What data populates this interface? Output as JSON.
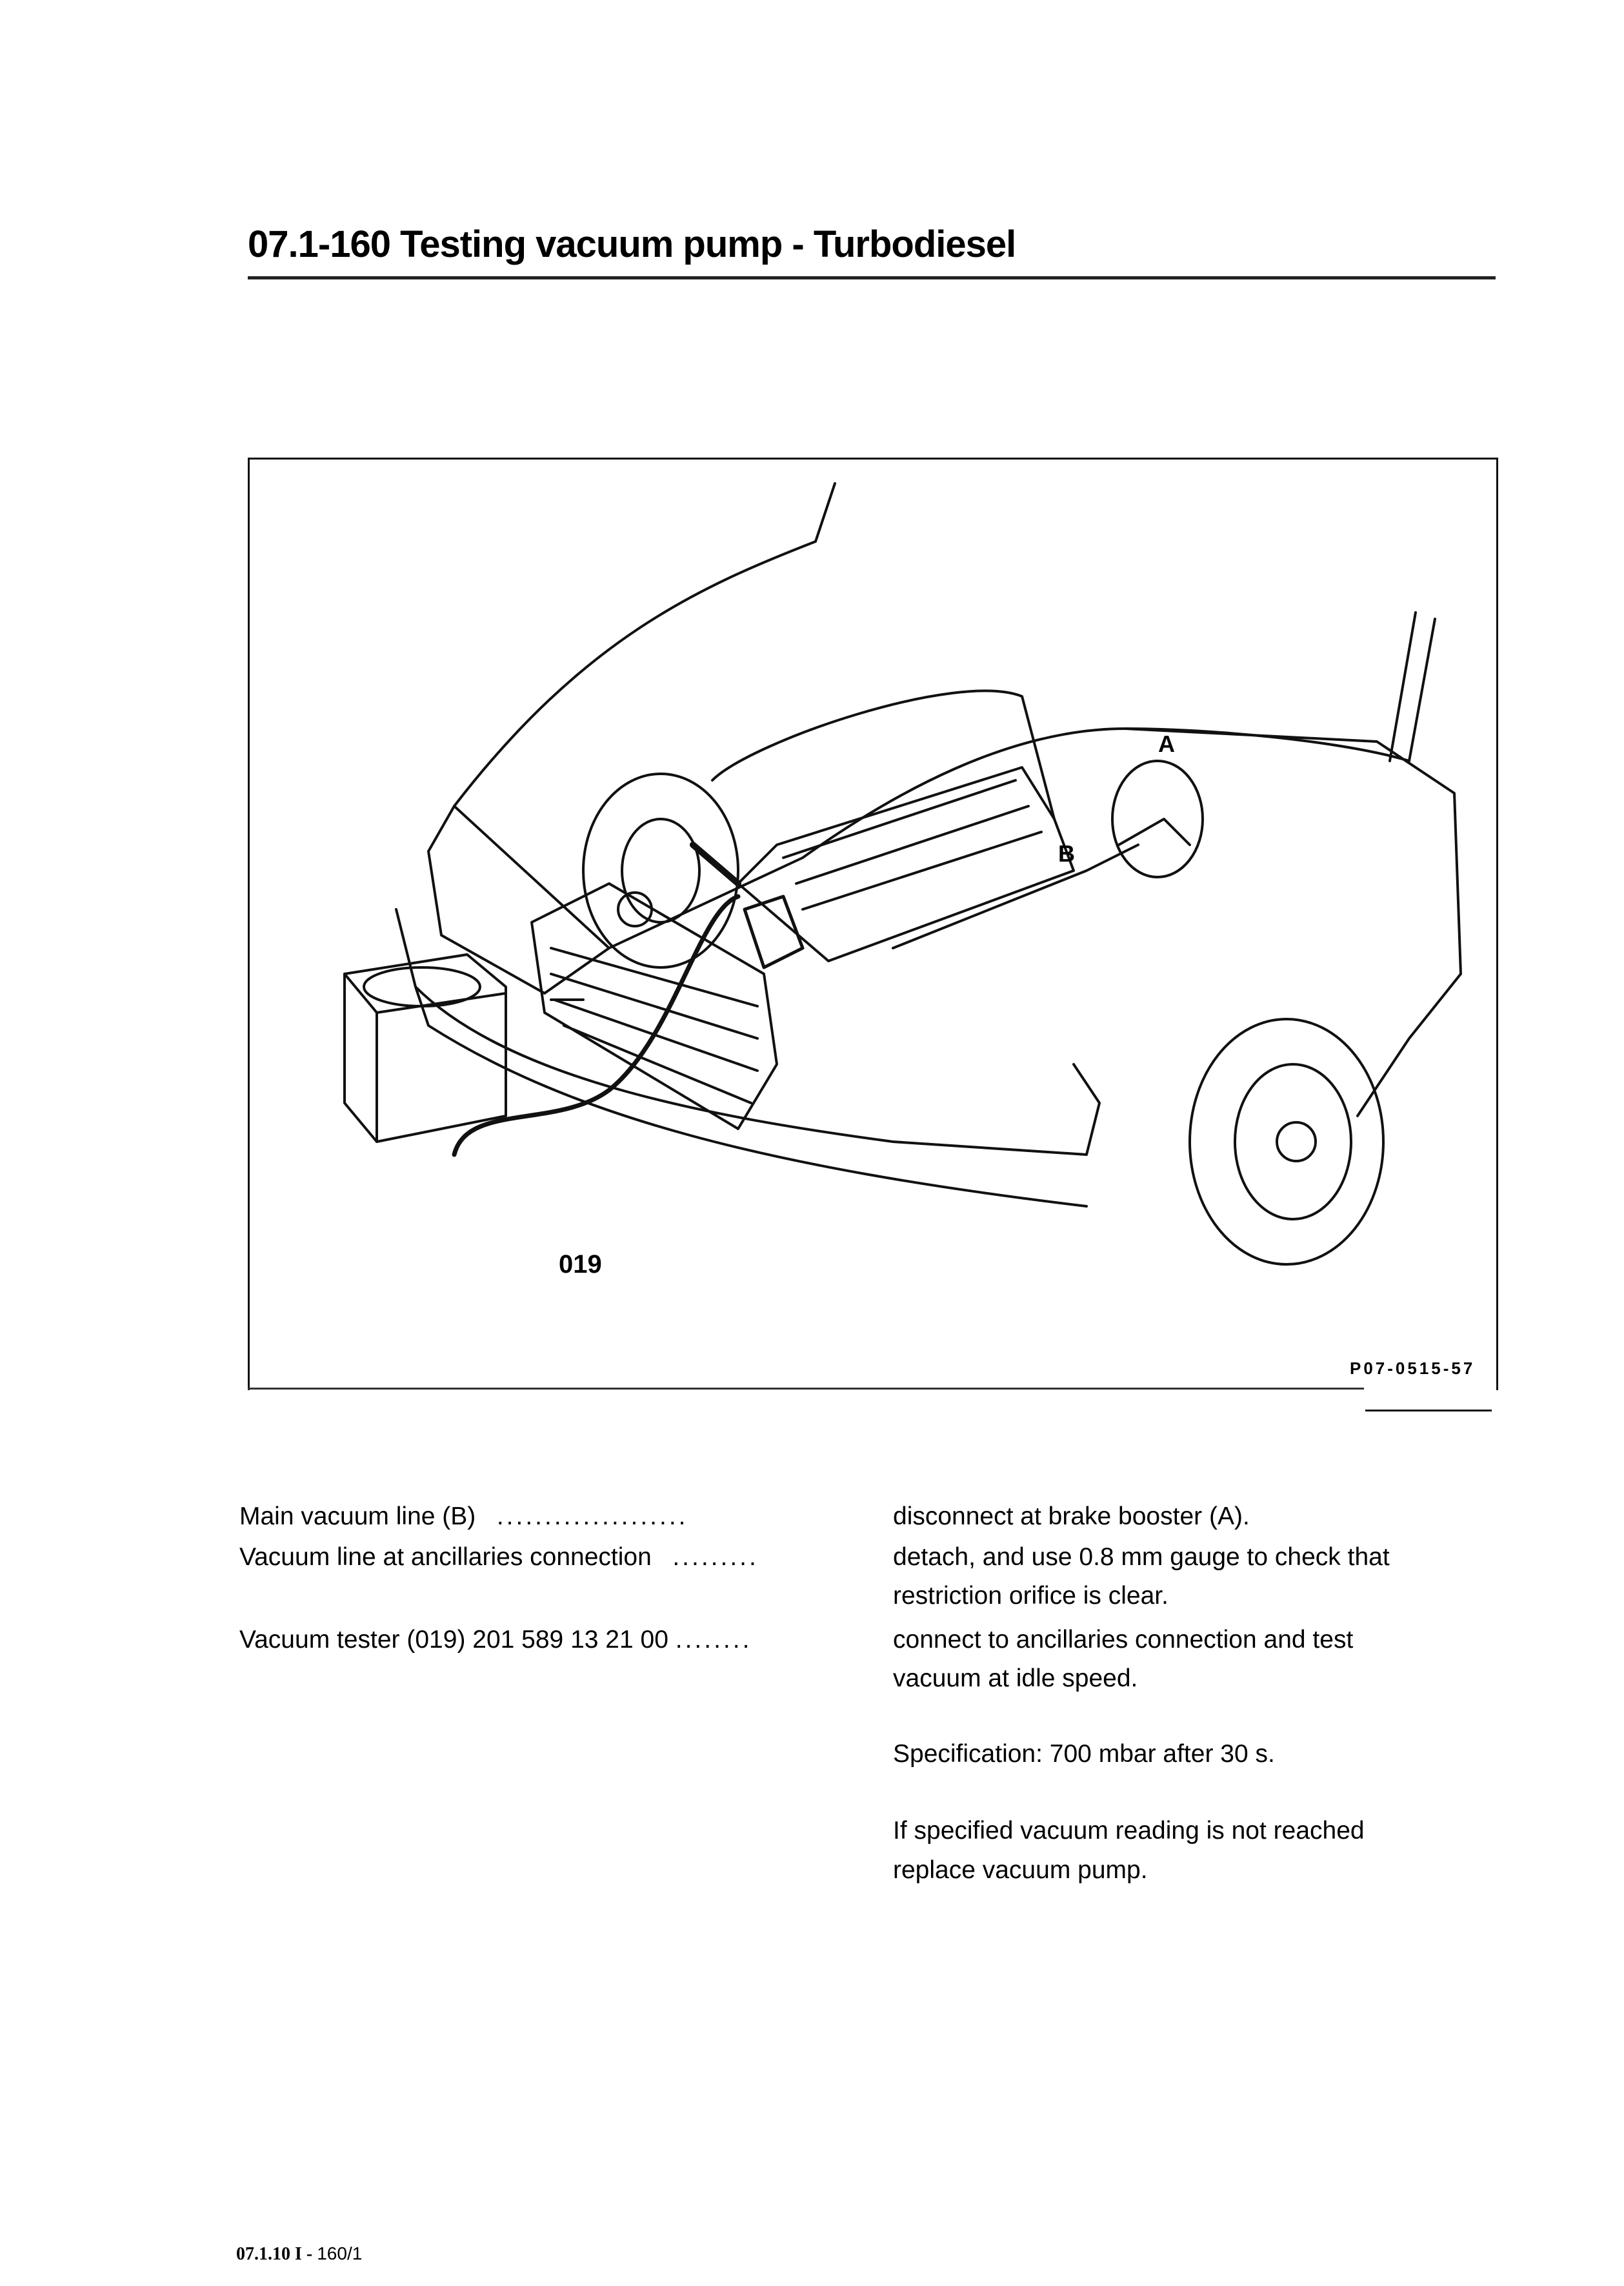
{
  "header": {
    "title": "07.1-160  Testing  vacuum pump - Turbodiesel"
  },
  "figure": {
    "callouts": {
      "a": "A",
      "b": "B",
      "tester": "019"
    },
    "code": "P07-0515-57"
  },
  "steps": [
    {
      "item": "Main vacuum line (B)",
      "dots": "....................",
      "action_lines": [
        "disconnect at brake booster (A)."
      ]
    },
    {
      "item": "Vacuum  line  at  ancillaries  connection",
      "dots": ".........",
      "action_lines": [
        "detach, and use 0.8 mm gauge to check that",
        "restriction orifice is clear."
      ]
    },
    {
      "item": "Vacuum  tester  (019)  201  589  13  21  00",
      "dots": "........",
      "action_lines": [
        "connect to ancillaries connection and test",
        "vacuum at idle speed."
      ]
    }
  ],
  "notes": {
    "specification": "Specification: 700 mbar after 30 s.",
    "replace_line1": "If specified vacuum reading is not reached",
    "replace_line2": "replace vacuum pump."
  },
  "footer": {
    "code": "07.1.10 I - ",
    "page": "160/1"
  }
}
